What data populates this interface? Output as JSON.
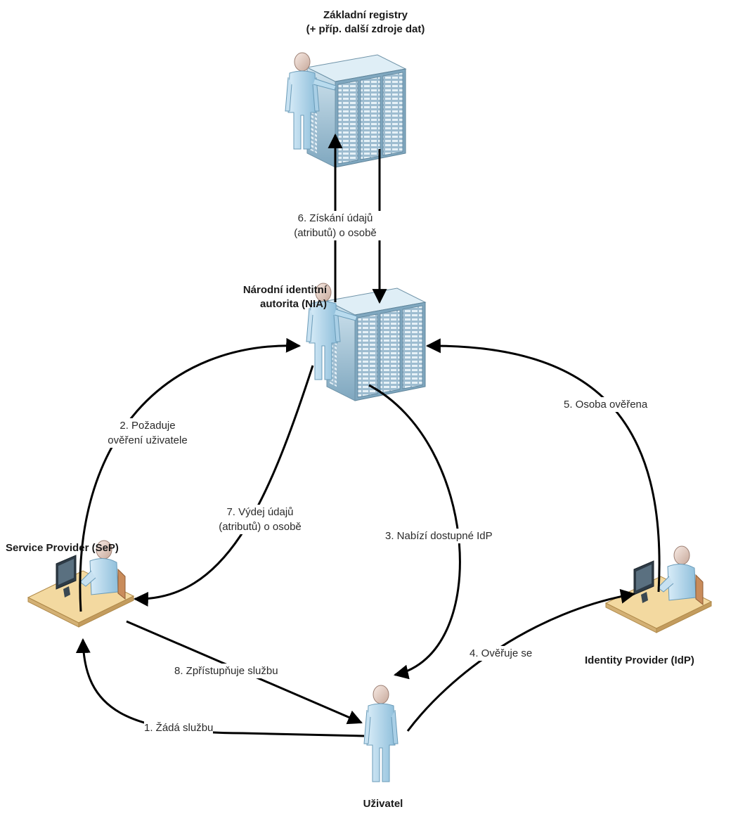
{
  "nodes": {
    "registries": {
      "line1": "Základní registry",
      "line2": "(+ příp. další zdroje dat)",
      "icon": "server-rack-with-operator-icon"
    },
    "nia": {
      "line1": "Národní identitní",
      "line2": "autorita (NIA)",
      "icon": "server-rack-with-operator-icon"
    },
    "sep": {
      "label": "Service Provider (SeP)",
      "icon": "workstation-operator-icon"
    },
    "idp": {
      "label": "Identity Provider (IdP)",
      "icon": "workstation-operator-icon"
    },
    "user": {
      "label": "Uživatel",
      "icon": "person-icon"
    }
  },
  "edges": {
    "e1": {
      "label": "1. Žádá službu"
    },
    "e2": {
      "line1": "2. Požaduje",
      "line2": "ověření uživatele"
    },
    "e3": {
      "label": "3. Nabízí dostupné IdP"
    },
    "e4": {
      "label": "4. Ověřuje se"
    },
    "e5": {
      "label": "5. Osoba ověřena"
    },
    "e6": {
      "line1": "6. Získání údajů",
      "line2": "(atributů) o osobě"
    },
    "e7": {
      "line1": "7. Výdej údajů",
      "line2": "(atributů) o osobě"
    },
    "e8": {
      "label": "8. Zpřístupňuje službu"
    }
  },
  "colors": {
    "arrow": "#000000",
    "figure": "#b9dbee",
    "figure_stroke": "#6a9bb8",
    "server": "#a7c6d8",
    "desk": "#f3d9a0"
  }
}
